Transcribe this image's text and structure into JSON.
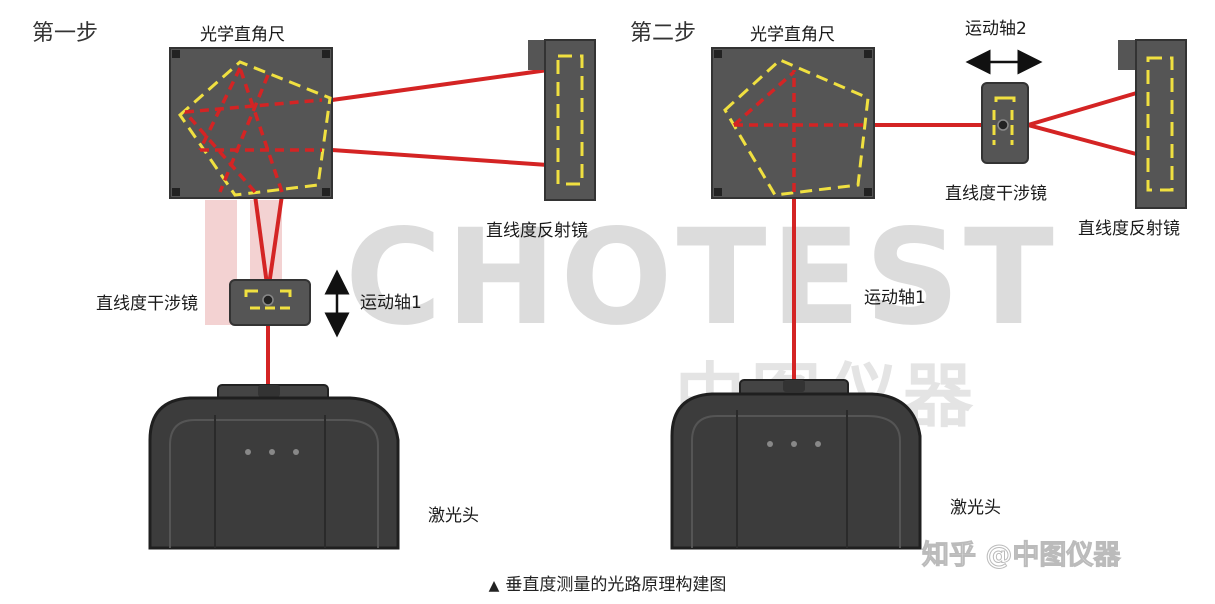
{
  "watermark": {
    "brand": "CHOTEST",
    "brand_cn": "中图仪器"
  },
  "step1": {
    "title": "第一步",
    "square_label": "光学直角尺",
    "reflector_label": "直线度反射镜",
    "interferometer_label": "直线度干涉镜",
    "axis_label": "运动轴1",
    "laser_label": "激光头"
  },
  "step2": {
    "title": "第二步",
    "square_label": "光学直角尺",
    "axis2_label": "运动轴2",
    "interferometer_label": "直线度干涉镜",
    "reflector_label": "直线度反射镜",
    "axis1_label": "运动轴1",
    "laser_label": "激光头"
  },
  "credit": "知乎 @中图仪器",
  "caption": "垂直度测量的光路原理构建图",
  "colors": {
    "beam": "#d42424",
    "device": "#555555",
    "dash": "#f0e040",
    "text": "#1a1a1a"
  }
}
